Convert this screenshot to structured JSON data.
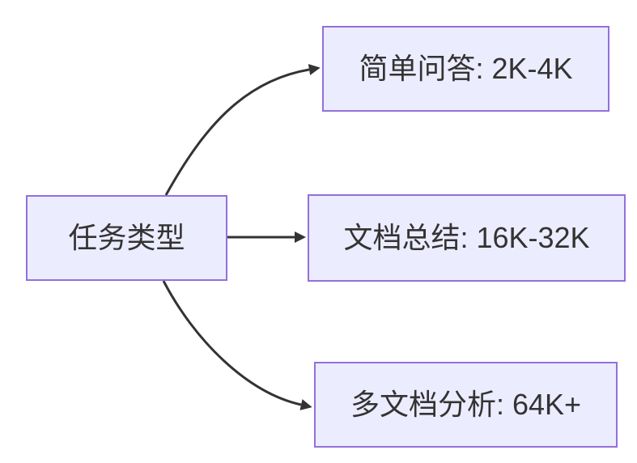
{
  "diagram": {
    "type": "flowchart",
    "direction": "left-to-right",
    "root": {
      "id": "task-type",
      "label": "任务类型"
    },
    "branches": [
      {
        "id": "simple-qa",
        "label": "简单问答: 2K-4K"
      },
      {
        "id": "doc-summary",
        "label": "文档总结: 16K-32K"
      },
      {
        "id": "multi-doc",
        "label": "多文档分析: 64K+"
      }
    ],
    "edges": [
      {
        "from": "task-type",
        "to": "simple-qa",
        "style": "curved-up"
      },
      {
        "from": "task-type",
        "to": "doc-summary",
        "style": "straight"
      },
      {
        "from": "task-type",
        "to": "multi-doc",
        "style": "curved-down"
      }
    ],
    "theme": {
      "node_fill": "#ECECFF",
      "node_border": "#9370DB",
      "edge_color": "#333333",
      "text_color": "#333333",
      "background": "#FFFFFF"
    }
  }
}
